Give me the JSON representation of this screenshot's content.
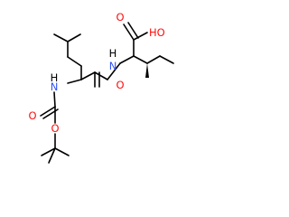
{
  "atoms": {
    "carboxyl_O_top": {
      "text": "O",
      "element": "O"
    },
    "carboxyl_OH": {
      "text": "HO",
      "element": "O"
    },
    "amide_NH_right": {
      "text": "H",
      "element": "H"
    },
    "amide_N_right": {
      "text": "N",
      "element": "N"
    },
    "amide_O": {
      "text": "O",
      "element": "O"
    },
    "boc_NH_H": {
      "text": "H",
      "element": "H"
    },
    "boc_N": {
      "text": "N",
      "element": "N"
    },
    "boc_O_carbonyl": {
      "text": "O",
      "element": "O"
    },
    "boc_O_ester": {
      "text": "O",
      "element": "O"
    }
  },
  "colors": {
    "O": "#ff0d0d",
    "N": "#3050f8",
    "H": "#000000",
    "bond": "#000000",
    "background": "#ffffff"
  }
}
